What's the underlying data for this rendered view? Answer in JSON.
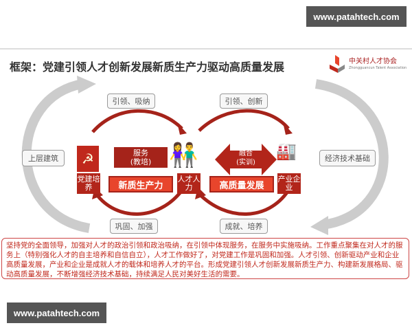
{
  "watermark_top": "www.patahtech.com",
  "watermark_bottom": "www.patahtech.com",
  "title": "框架：党建引领人才创新发展新质生产力驱动高质量发展",
  "logo": {
    "name": "中关村人才协会",
    "subtitle": "Zhongguancun Talent Association"
  },
  "labels": {
    "left_arc": "上层建筑",
    "right_arc": "经济技术基础",
    "top_left": "引领、吸纳",
    "top_right": "引领、创新",
    "bottom_left": "巩固、加强",
    "bottom_right": "成就、培养"
  },
  "nodes": {
    "party": "党建培养",
    "service": "服务\n(教培)",
    "talent": "人才人力",
    "fusion": "融合\n(实训)",
    "industry": "产业企业",
    "new_productivity": "新质生产力",
    "high_quality": "高质量发展"
  },
  "description": "坚持党的全面领导，加强对人才的政治引领和政治吸纳，在引领中体现服务，在服务中实施吸纳。工作重点聚集在对人才的服务上（特别强化人才的自主培养和自信自立），人才工作做好了，对党建工作是巩固和加强。人才引领、创新驱动产业和企业高质量发展，产业和企业是成就人才的载体和培养人才的平台。形成党建引领人才创新发展新质生产力、构建新发展格局、驱动高质量发展，不断增强经济技术基础，持续满足人民对美好生活的需要。",
  "colors": {
    "accent": "#c0281c",
    "highlight": "#e8452c",
    "gold": "#f0b400"
  }
}
